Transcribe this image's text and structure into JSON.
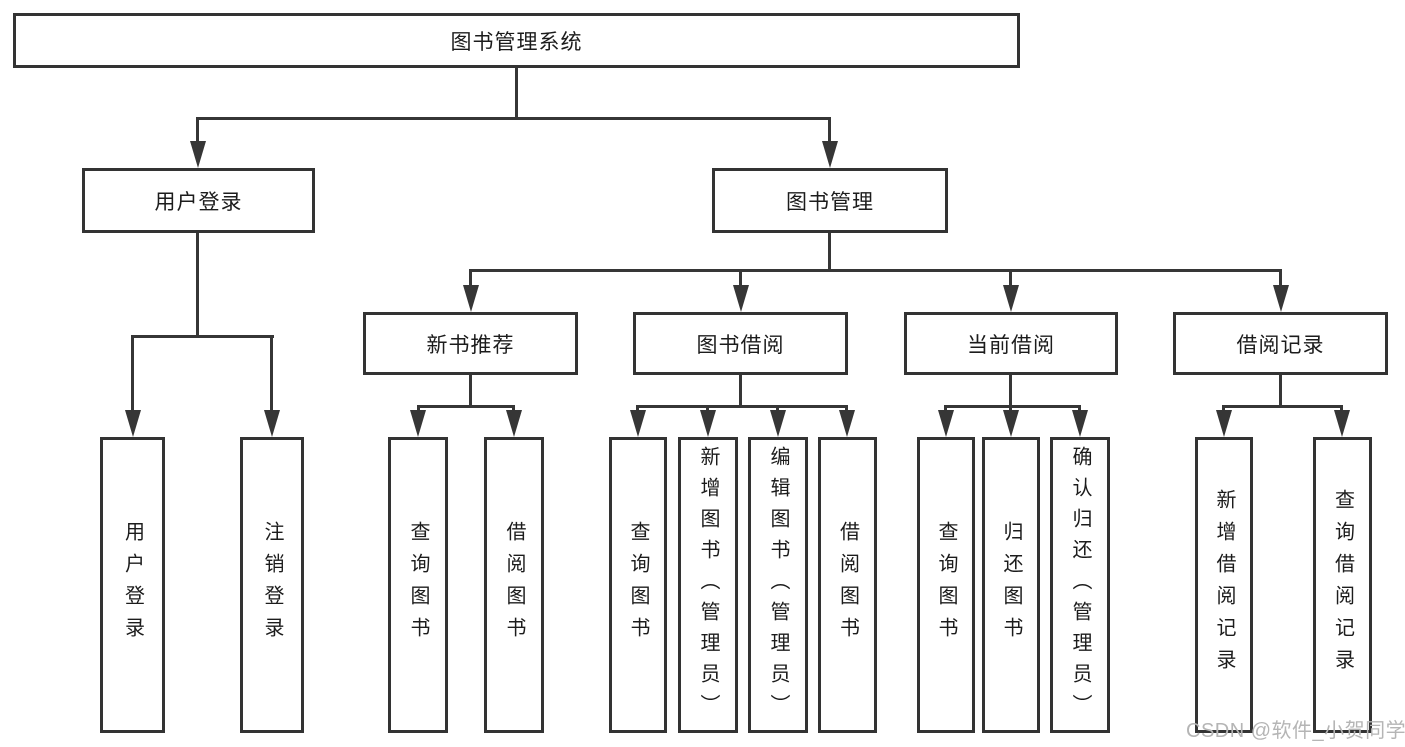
{
  "diagram": {
    "nodes": {
      "system": {
        "label": "图书管理系统"
      },
      "user_login": {
        "label": "用户登录"
      },
      "book_management": {
        "label": "图书管理"
      },
      "login": {
        "label": "用户登录"
      },
      "logout": {
        "label": "注销登录"
      },
      "new_book_recommend": {
        "label": "新书推荐"
      },
      "book_borrowing": {
        "label": "图书借阅"
      },
      "current_borrowing": {
        "label": "当前借阅"
      },
      "borrowing_records": {
        "label": "借阅记录"
      },
      "nbr_query_books": {
        "label": "查询图书"
      },
      "nbr_borrow_books": {
        "label": "借阅图书"
      },
      "bb_query_books": {
        "label": "查询图书"
      },
      "bb_add_books": {
        "label": "新增图书（管理员）"
      },
      "bb_edit_books": {
        "label": "编辑图书（管理员）"
      },
      "bb_borrow_books": {
        "label": "借阅图书"
      },
      "cb_query_books": {
        "label": "查询图书"
      },
      "cb_return_books": {
        "label": "归还图书"
      },
      "cb_confirm_return": {
        "label": "确认归还（管理员）"
      },
      "br_add_record": {
        "label": "新增借阅记录"
      },
      "br_query_record": {
        "label": "查询借阅记录"
      }
    },
    "hierarchy": {
      "图书管理系统": {
        "用户登录": [
          "用户登录",
          "注销登录"
        ],
        "图书管理": {
          "新书推荐": [
            "查询图书",
            "借阅图书"
          ],
          "图书借阅": [
            "查询图书",
            "新增图书（管理员）",
            "编辑图书（管理员）",
            "借阅图书"
          ],
          "当前借阅": [
            "查询图书",
            "归还图书",
            "确认归还（管理员）"
          ],
          "借阅记录": [
            "新增借阅记录",
            "查询借阅记录"
          ]
        }
      }
    },
    "colors": {
      "line": "#363636",
      "box_border": "#333333",
      "background": "#ffffff",
      "text": "#1c1c1c"
    }
  },
  "watermark": {
    "text": "CSDN @软件_小贺同学",
    "color": "#b5b5b5"
  }
}
